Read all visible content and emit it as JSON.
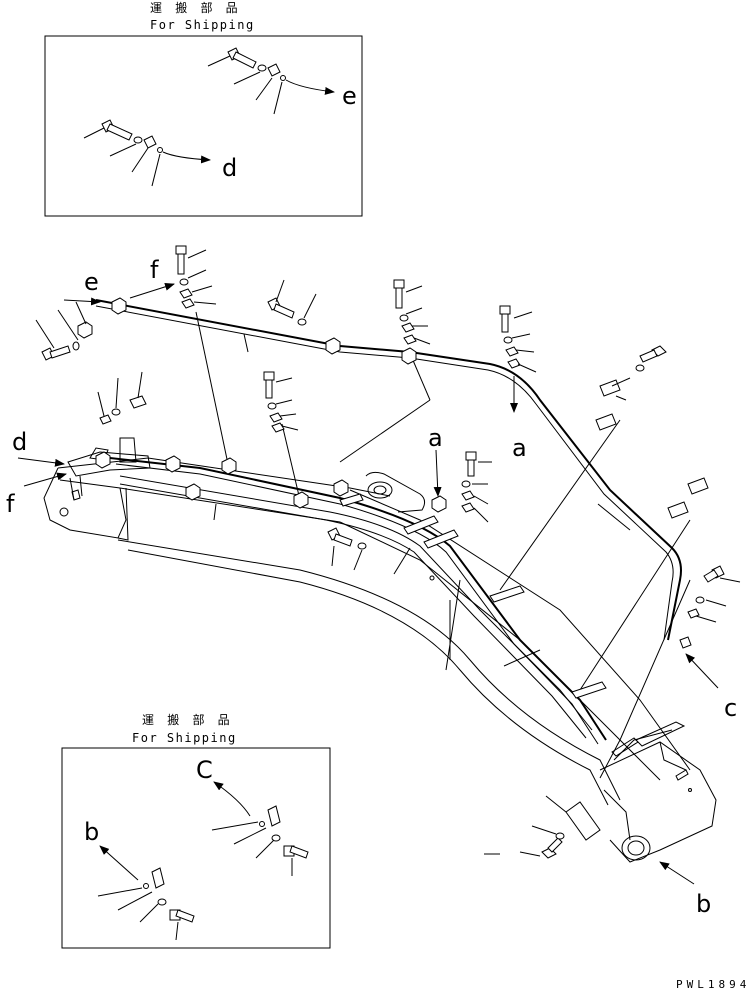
{
  "shipping_label_jp": "運 搬 部 品",
  "shipping_label_en": "For Shipping",
  "callouts": {
    "a1": "a",
    "a2": "a",
    "b1": "b",
    "b2": "b",
    "c1": "c",
    "c2": "C",
    "d1": "d",
    "d2": "d",
    "e1": "e",
    "e2": "e",
    "f1": "f",
    "f2": "f"
  },
  "drawing_code": "PWL1894"
}
